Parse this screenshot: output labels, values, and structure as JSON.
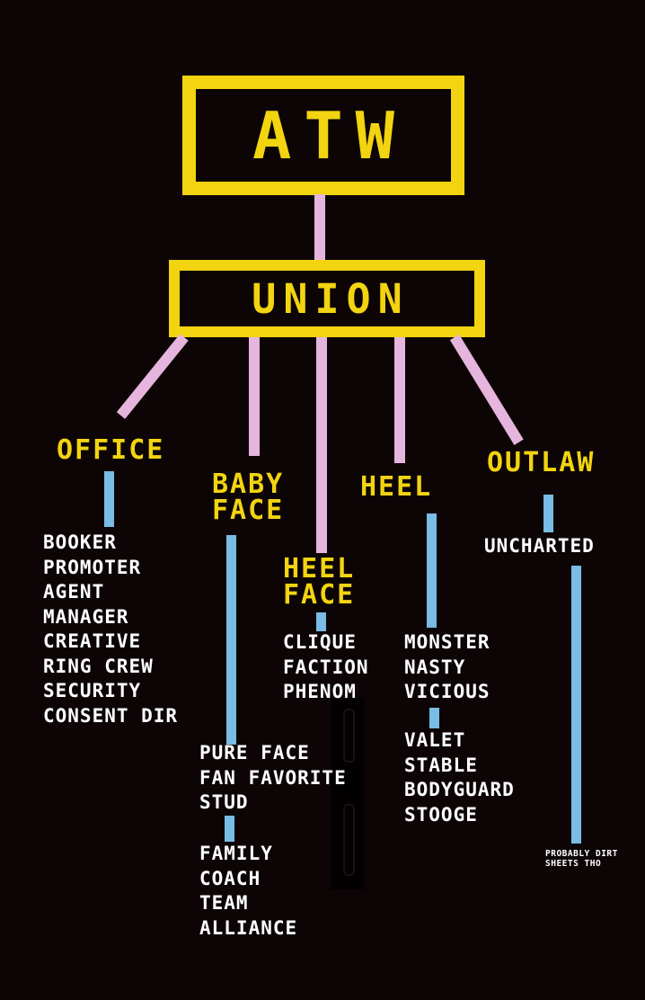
{
  "poster": {
    "root_label": "ATW",
    "union_label": "UNION"
  },
  "branches": [
    {
      "id": "office",
      "label": "OFFICE",
      "label_lines": [
        "OFFICE"
      ],
      "groups": [
        [
          "BOOKER",
          "PROMOTER",
          "AGENT",
          "MANAGER",
          "CREATIVE",
          "RING CREW",
          "SECURITY",
          "CONSENT DIR"
        ]
      ]
    },
    {
      "id": "baby-face",
      "label": "BABY FACE",
      "label_lines": [
        "BABY",
        "FACE"
      ],
      "groups": [
        [
          "PURE FACE",
          "FAN FAVORITE",
          "STUD"
        ],
        [
          "FAMILY",
          "COACH",
          "TEAM",
          "ALLIANCE"
        ]
      ]
    },
    {
      "id": "heel-face",
      "label": "HEEL FACE",
      "label_lines": [
        "HEEL",
        "FACE"
      ],
      "groups": [
        [
          "CLIQUE",
          "FACTION",
          "PHENOM"
        ]
      ]
    },
    {
      "id": "heel",
      "label": "HEEL",
      "label_lines": [
        "HEEL"
      ],
      "groups": [
        [
          "MONSTER",
          "NASTY",
          "VICIOUS"
        ],
        [
          "VALET",
          "STABLE",
          "BODYGUARD",
          "STOOGE"
        ]
      ]
    },
    {
      "id": "outlaw",
      "label": "OUTLAW",
      "label_lines": [
        "OUTLAW"
      ],
      "groups": [
        [
          "UNCHARTED"
        ]
      ],
      "note_lines": [
        "PROBABLY DIRT",
        "SHEETS THO"
      ]
    }
  ],
  "colors": {
    "background": "#0d0505",
    "yellow": "#f2d411",
    "pink": "#e5b5dd",
    "blue": "#79bce5",
    "white": "#ffffff"
  }
}
